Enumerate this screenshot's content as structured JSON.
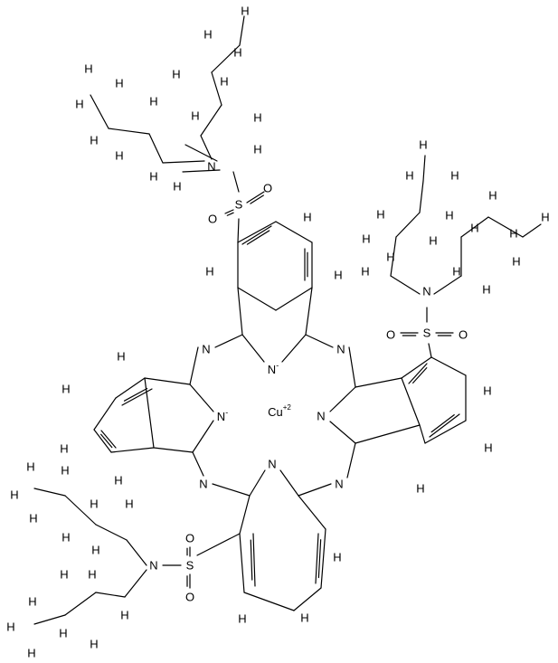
{
  "atoms": {
    "metal": "Cu",
    "metal_charge": "+2",
    "n_minus": "N",
    "minus": "-",
    "n": "N",
    "s": "S",
    "o": "O",
    "h": "H"
  },
  "colors": {
    "bond": "#000000",
    "background": "#ffffff"
  }
}
